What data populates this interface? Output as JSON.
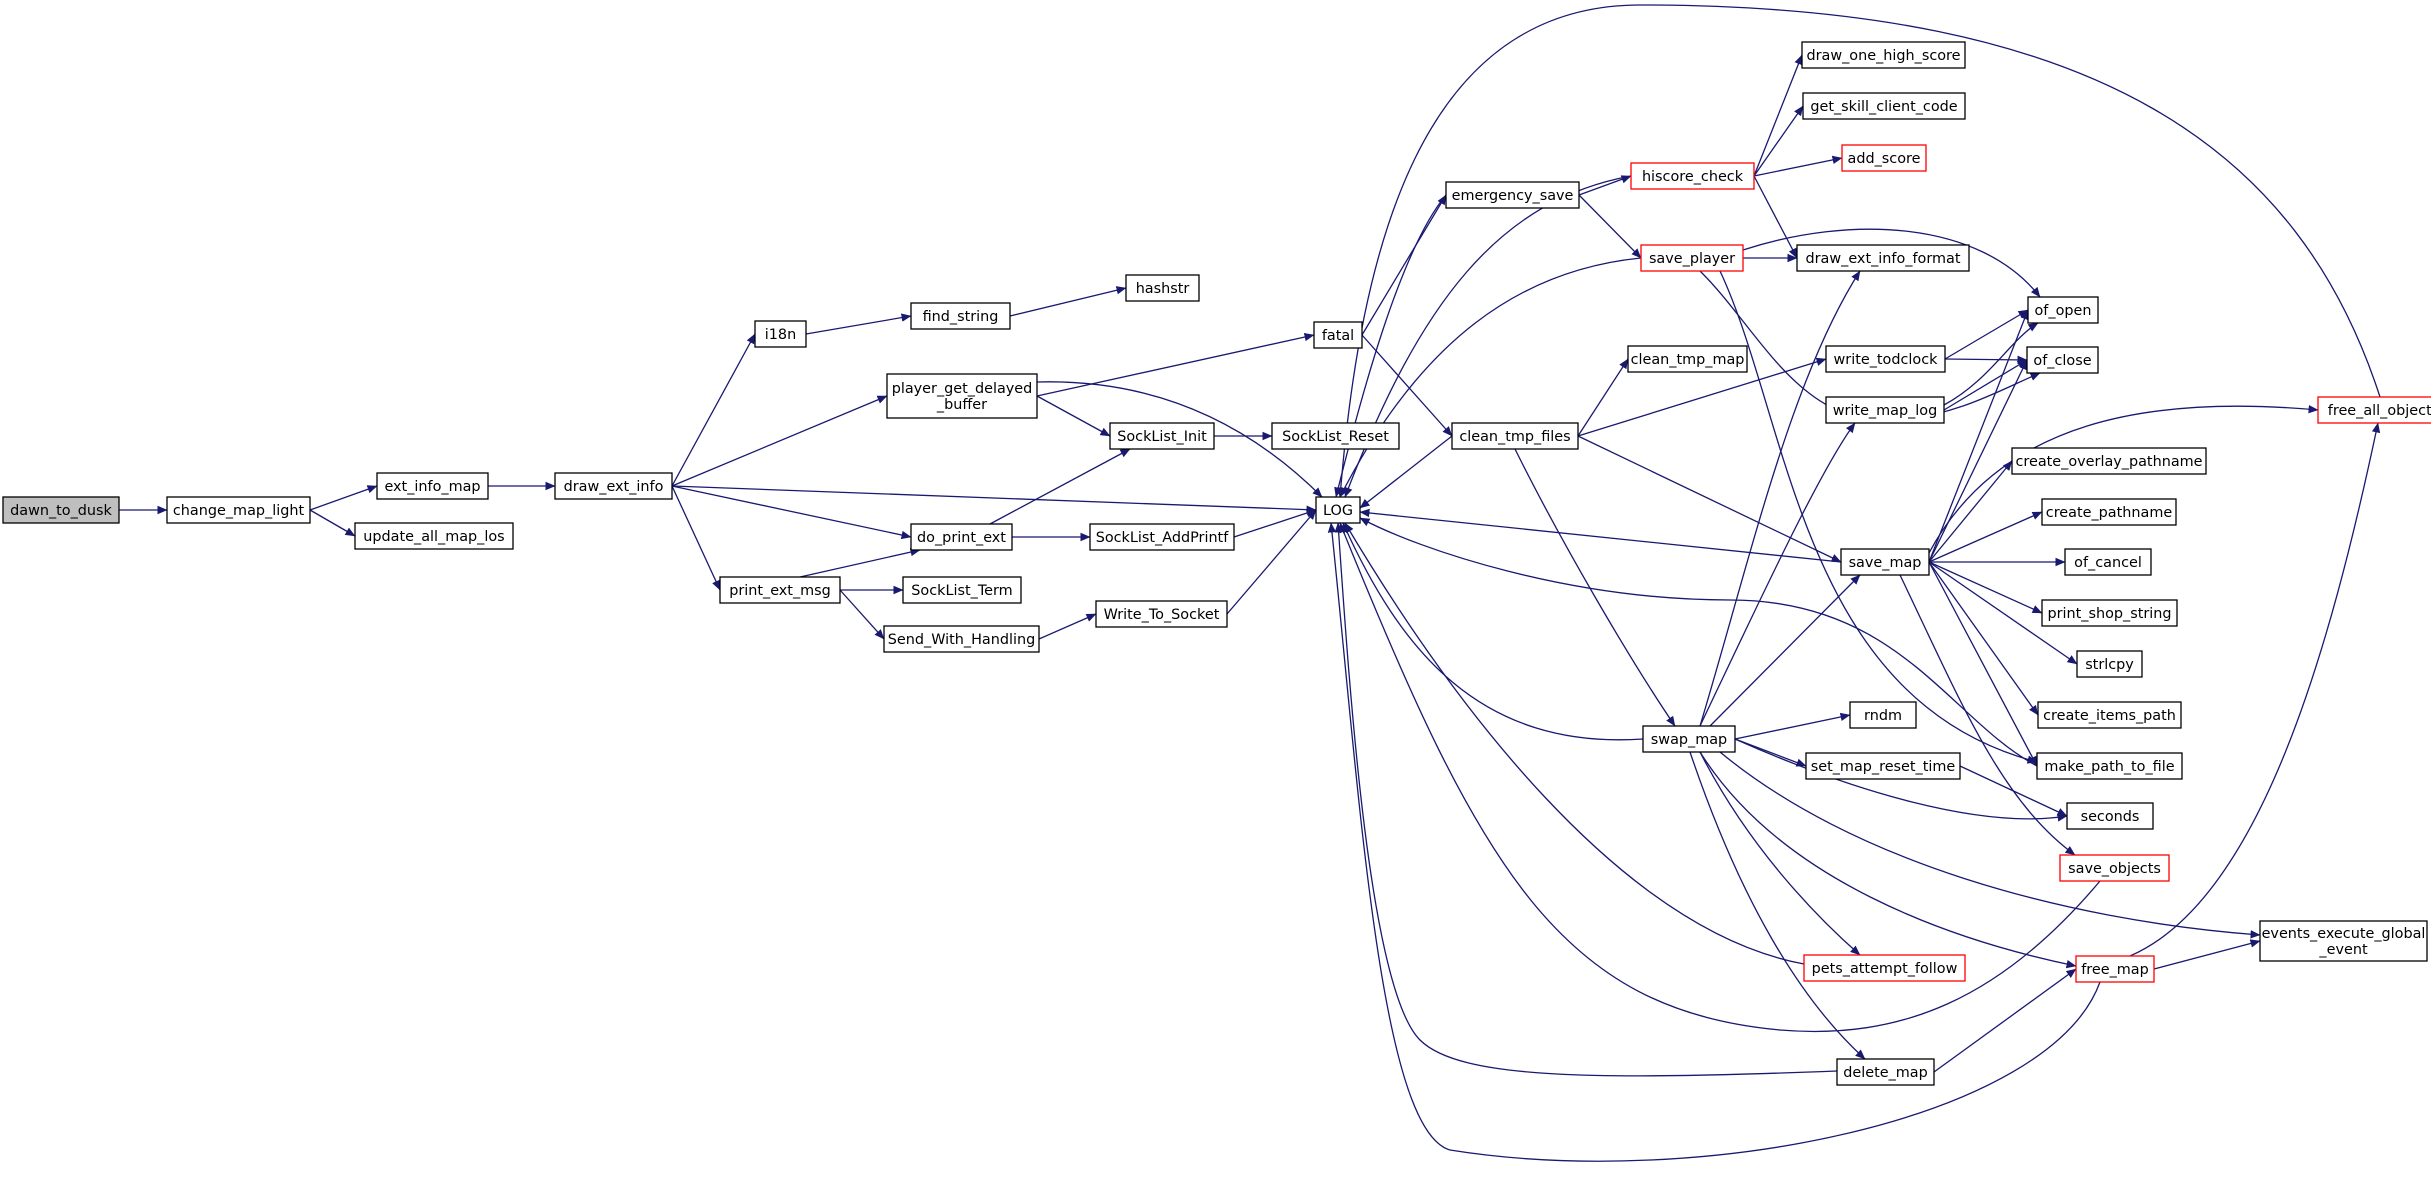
{
  "diagram": {
    "edge_color": "#191970",
    "node_border": "#000000",
    "node_border_truncated": "#ff0000",
    "root_fill": "#bfbfbf",
    "nodes": [
      {
        "id": "dawn_to_dusk",
        "label": "dawn_to_dusk",
        "root": true
      },
      {
        "id": "change_map_light",
        "label": "change_map_light"
      },
      {
        "id": "ext_info_map",
        "label": "ext_info_map"
      },
      {
        "id": "update_all_map_los",
        "label": "update_all_map_los"
      },
      {
        "id": "draw_ext_info",
        "label": "draw_ext_info"
      },
      {
        "id": "i18n",
        "label": "i18n"
      },
      {
        "id": "find_string",
        "label": "find_string"
      },
      {
        "id": "hashstr",
        "label": "hashstr"
      },
      {
        "id": "player_get_delayed_buffer",
        "label": "player_get_delayed\n_buffer"
      },
      {
        "id": "do_print_ext",
        "label": "do_print_ext"
      },
      {
        "id": "print_ext_msg",
        "label": "print_ext_msg"
      },
      {
        "id": "SockList_Term",
        "label": "SockList_Term"
      },
      {
        "id": "Send_With_Handling",
        "label": "Send_With_Handling"
      },
      {
        "id": "SockList_Init",
        "label": "SockList_Init"
      },
      {
        "id": "SockList_Reset",
        "label": "SockList_Reset"
      },
      {
        "id": "SockList_AddPrintf",
        "label": "SockList_AddPrintf"
      },
      {
        "id": "Write_To_Socket",
        "label": "Write_To_Socket"
      },
      {
        "id": "fatal",
        "label": "fatal"
      },
      {
        "id": "LOG",
        "label": "LOG"
      },
      {
        "id": "emergency_save",
        "label": "emergency_save"
      },
      {
        "id": "clean_tmp_files",
        "label": "clean_tmp_files"
      },
      {
        "id": "clean_tmp_map",
        "label": "clean_tmp_map"
      },
      {
        "id": "hiscore_check",
        "label": "hiscore_check",
        "truncated": true
      },
      {
        "id": "save_player",
        "label": "save_player",
        "truncated": true
      },
      {
        "id": "draw_one_high_score",
        "label": "draw_one_high_score"
      },
      {
        "id": "get_skill_client_code",
        "label": "get_skill_client_code"
      },
      {
        "id": "add_score",
        "label": "add_score",
        "truncated": true
      },
      {
        "id": "draw_ext_info_format",
        "label": "draw_ext_info_format"
      },
      {
        "id": "of_open",
        "label": "of_open"
      },
      {
        "id": "write_todclock",
        "label": "write_todclock"
      },
      {
        "id": "of_close",
        "label": "of_close"
      },
      {
        "id": "write_map_log",
        "label": "write_map_log"
      },
      {
        "id": "free_all_objects",
        "label": "free_all_objects",
        "truncated": true
      },
      {
        "id": "create_overlay_pathname",
        "label": "create_overlay_pathname"
      },
      {
        "id": "create_pathname",
        "label": "create_pathname"
      },
      {
        "id": "save_map",
        "label": "save_map"
      },
      {
        "id": "of_cancel",
        "label": "of_cancel"
      },
      {
        "id": "print_shop_string",
        "label": "print_shop_string"
      },
      {
        "id": "strlcpy",
        "label": "strlcpy"
      },
      {
        "id": "create_items_path",
        "label": "create_items_path"
      },
      {
        "id": "rndm",
        "label": "rndm"
      },
      {
        "id": "swap_map",
        "label": "swap_map"
      },
      {
        "id": "make_path_to_file",
        "label": "make_path_to_file"
      },
      {
        "id": "set_map_reset_time",
        "label": "set_map_reset_time"
      },
      {
        "id": "seconds",
        "label": "seconds"
      },
      {
        "id": "save_objects",
        "label": "save_objects",
        "truncated": true
      },
      {
        "id": "events_execute_global_event",
        "label": "events_execute_global\n_event"
      },
      {
        "id": "pets_attempt_follow",
        "label": "pets_attempt_follow",
        "truncated": true
      },
      {
        "id": "free_map",
        "label": "free_map",
        "truncated": true
      },
      {
        "id": "delete_map",
        "label": "delete_map"
      }
    ],
    "edges": [
      [
        "dawn_to_dusk",
        "change_map_light"
      ],
      [
        "change_map_light",
        "ext_info_map"
      ],
      [
        "change_map_light",
        "update_all_map_los"
      ],
      [
        "ext_info_map",
        "draw_ext_info"
      ],
      [
        "draw_ext_info",
        "i18n"
      ],
      [
        "draw_ext_info",
        "player_get_delayed_buffer"
      ],
      [
        "draw_ext_info",
        "LOG"
      ],
      [
        "draw_ext_info",
        "do_print_ext"
      ],
      [
        "draw_ext_info",
        "print_ext_msg"
      ],
      [
        "i18n",
        "find_string"
      ],
      [
        "find_string",
        "hashstr"
      ],
      [
        "player_get_delayed_buffer",
        "fatal"
      ],
      [
        "player_get_delayed_buffer",
        "LOG"
      ],
      [
        "player_get_delayed_buffer",
        "SockList_Init"
      ],
      [
        "print_ext_msg",
        "do_print_ext"
      ],
      [
        "print_ext_msg",
        "SockList_Term"
      ],
      [
        "print_ext_msg",
        "Send_With_Handling"
      ],
      [
        "do_print_ext",
        "SockList_Init"
      ],
      [
        "do_print_ext",
        "SockList_AddPrintf"
      ],
      [
        "SockList_Init",
        "SockList_Reset"
      ],
      [
        "SockList_AddPrintf",
        "LOG"
      ],
      [
        "Send_With_Handling",
        "Write_To_Socket"
      ],
      [
        "Write_To_Socket",
        "LOG"
      ],
      [
        "fatal",
        "emergency_save"
      ],
      [
        "fatal",
        "clean_tmp_files"
      ],
      [
        "emergency_save",
        "LOG"
      ],
      [
        "emergency_save",
        "hiscore_check"
      ],
      [
        "emergency_save",
        "save_player"
      ],
      [
        "hiscore_check",
        "draw_one_high_score"
      ],
      [
        "hiscore_check",
        "get_skill_client_code"
      ],
      [
        "hiscore_check",
        "add_score"
      ],
      [
        "hiscore_check",
        "draw_ext_info_format"
      ],
      [
        "hiscore_check",
        "LOG"
      ],
      [
        "save_player",
        "draw_ext_info_format"
      ],
      [
        "save_player",
        "of_open"
      ],
      [
        "save_player",
        "of_close"
      ],
      [
        "save_player",
        "make_path_to_file"
      ],
      [
        "save_player",
        "LOG"
      ],
      [
        "clean_tmp_files",
        "clean_tmp_map"
      ],
      [
        "clean_tmp_files",
        "write_todclock"
      ],
      [
        "clean_tmp_files",
        "save_map"
      ],
      [
        "clean_tmp_files",
        "swap_map"
      ],
      [
        "clean_tmp_files",
        "LOG"
      ],
      [
        "write_todclock",
        "of_open"
      ],
      [
        "write_todclock",
        "of_close"
      ],
      [
        "write_map_log",
        "of_open"
      ],
      [
        "write_map_log",
        "of_close"
      ],
      [
        "save_map",
        "of_open"
      ],
      [
        "save_map",
        "of_close"
      ],
      [
        "save_map",
        "free_all_objects"
      ],
      [
        "save_map",
        "create_overlay_pathname"
      ],
      [
        "save_map",
        "create_pathname"
      ],
      [
        "save_map",
        "of_cancel"
      ],
      [
        "save_map",
        "print_shop_string"
      ],
      [
        "save_map",
        "strlcpy"
      ],
      [
        "save_map",
        "create_items_path"
      ],
      [
        "save_map",
        "make_path_to_file"
      ],
      [
        "save_map",
        "save_objects"
      ],
      [
        "save_map",
        "LOG"
      ],
      [
        "swap_map",
        "draw_ext_info_format"
      ],
      [
        "swap_map",
        "write_map_log"
      ],
      [
        "swap_map",
        "save_map"
      ],
      [
        "swap_map",
        "rndm"
      ],
      [
        "swap_map",
        "set_map_reset_time"
      ],
      [
        "swap_map",
        "seconds"
      ],
      [
        "swap_map",
        "events_execute_global_event"
      ],
      [
        "swap_map",
        "pets_attempt_follow"
      ],
      [
        "swap_map",
        "free_map"
      ],
      [
        "swap_map",
        "delete_map"
      ],
      [
        "swap_map",
        "LOG"
      ],
      [
        "set_map_reset_time",
        "seconds"
      ],
      [
        "free_all_objects",
        "LOG"
      ],
      [
        "make_path_to_file",
        "LOG"
      ],
      [
        "save_objects",
        "LOG"
      ],
      [
        "pets_attempt_follow",
        "LOG"
      ],
      [
        "free_map",
        "free_all_objects"
      ],
      [
        "free_map",
        "events_execute_global_event"
      ],
      [
        "free_map",
        "LOG"
      ],
      [
        "delete_map",
        "free_map"
      ],
      [
        "delete_map",
        "LOG"
      ]
    ]
  }
}
